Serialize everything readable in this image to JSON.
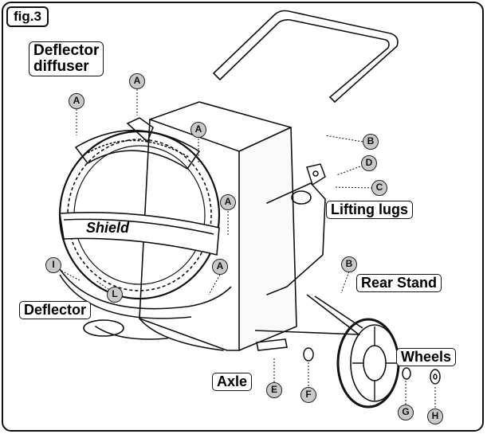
{
  "figure_tag": "fig.3",
  "callouts": {
    "deflector_diffuser": [
      "Deflector",
      "diffuser"
    ],
    "shield": "Shield",
    "deflector": "Deflector",
    "lifting_lugs": "Lifting lugs",
    "rear_stand": "Rear Stand",
    "axle": "Axle",
    "wheels": "Wheels"
  },
  "badges": {
    "a1": "A",
    "a2": "A",
    "a3": "A",
    "a4": "A",
    "a5": "A",
    "b1": "B",
    "b2": "B",
    "c": "C",
    "d": "D",
    "e": "E",
    "f": "F",
    "g": "G",
    "h": "H",
    "i": "I",
    "l": "L"
  },
  "colors": {
    "line": "#111111",
    "badge_fill": "#c9c9c9",
    "background": "#ffffff"
  }
}
